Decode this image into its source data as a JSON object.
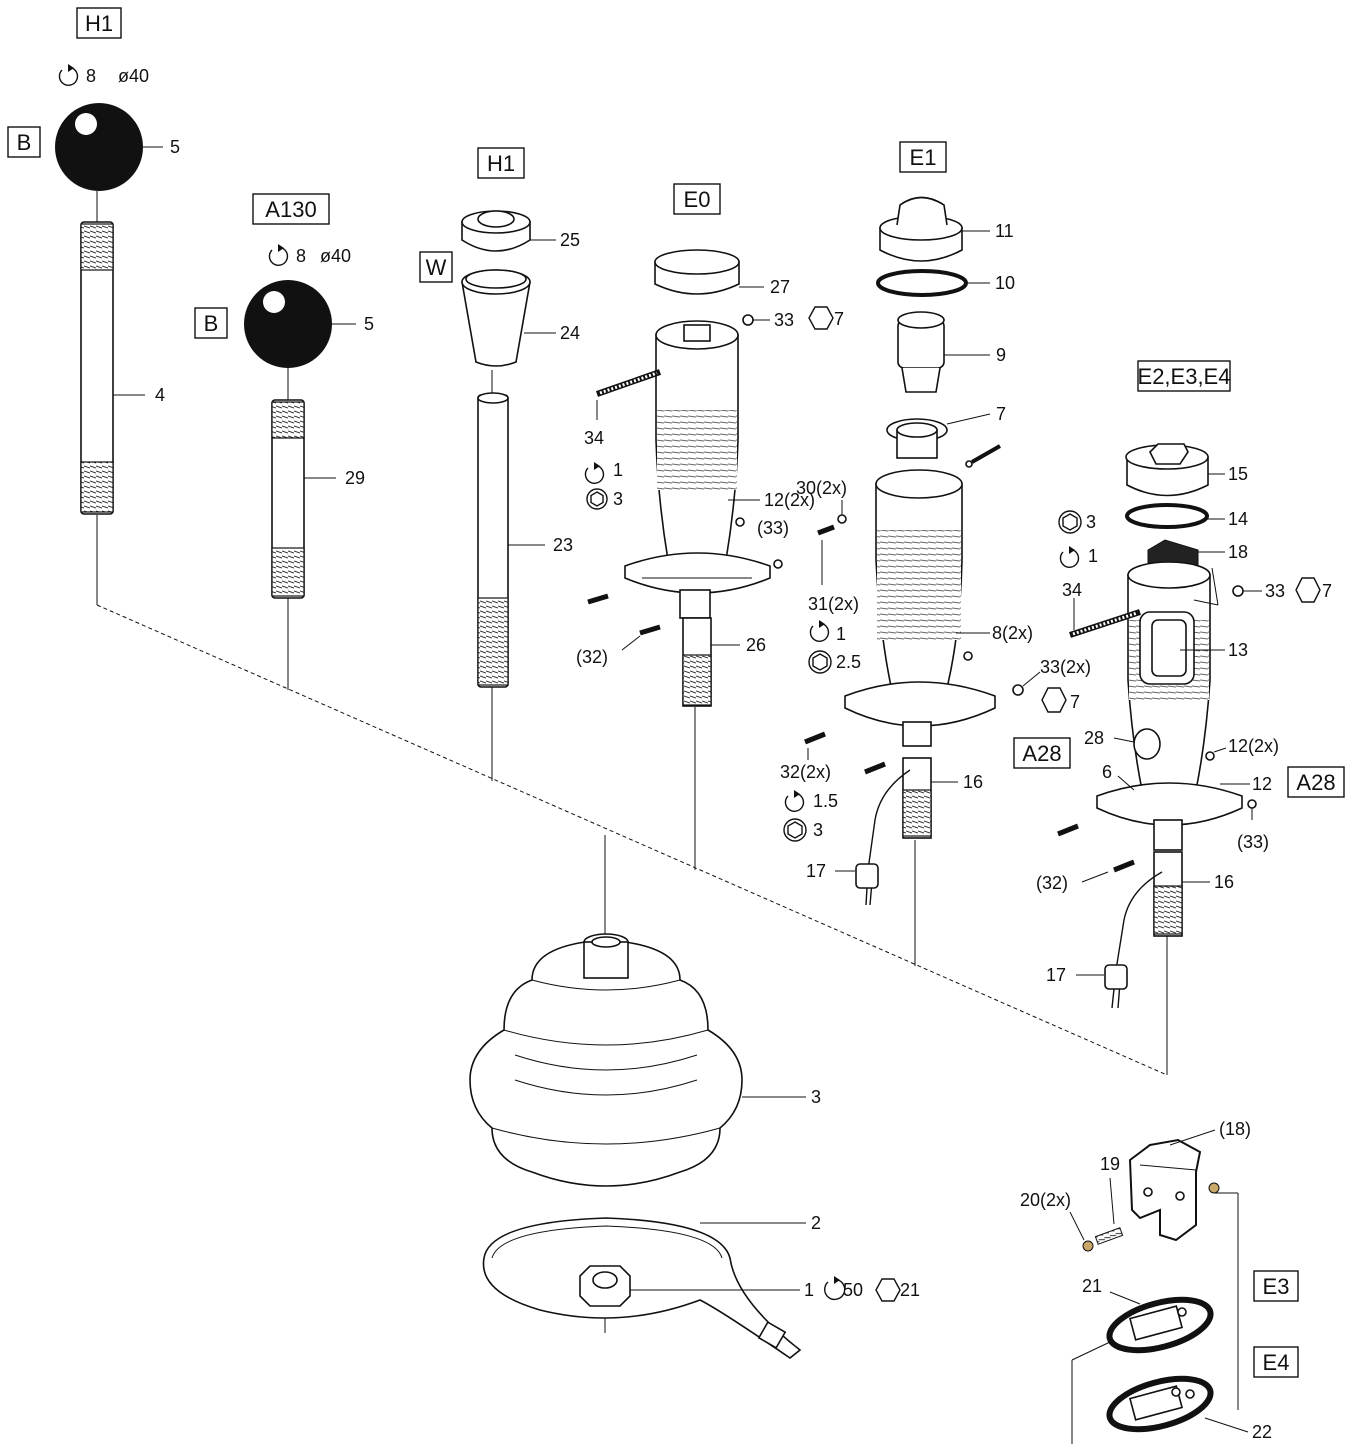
{
  "variants": {
    "h1_left": "H1",
    "b_left": "B",
    "a130": "A130",
    "b_mid": "B",
    "h1_mid": "H1",
    "w": "W",
    "e0": "E0",
    "e1": "E1",
    "e234": "E2,E3,E4",
    "a28_left": "A28",
    "a28_right": "A28",
    "e3": "E3",
    "e4": "E4"
  },
  "torque": {
    "knob1_torque": "8",
    "knob1_diameter": "ø40",
    "knob2_torque": "8",
    "knob2_diameter": "ø40",
    "e0_torque": "1",
    "e0_hex": "3",
    "e0_nut_hex": "7",
    "e1_torque_a": "1",
    "e1_hex_a": "2.5",
    "e1_nut_hex": "7",
    "e1_torque_b": "1.5",
    "e1_hex_b": "3",
    "e2_hex": "3",
    "e2_torque": "1",
    "e2_nut_hex": "7",
    "base_torque": "50",
    "base_hex": "21"
  },
  "callouts": {
    "c1": "1",
    "c2": "2",
    "c3": "3",
    "c4": "4",
    "c5a": "5",
    "c5b": "5",
    "c6": "6",
    "c7": "7",
    "c8": "8(2x)",
    "c9": "9",
    "c10": "10",
    "c11": "11",
    "c12a": "12(2x)",
    "c12b": "12(2x)",
    "c12c": "12",
    "c13": "13",
    "c14": "14",
    "c15": "15",
    "c16a": "16",
    "c16b": "16",
    "c17a": "17",
    "c17b": "17",
    "c18": "18",
    "c18b": "(18)",
    "c19": "19",
    "c20": "20(2x)",
    "c21": "21",
    "c22": "22",
    "c23": "23",
    "c24": "24",
    "c25": "25",
    "c26": "26",
    "c27": "27",
    "c28": "28",
    "c29": "29",
    "c30": "30(2x)",
    "c31": "31(2x)",
    "c32a": "(32)",
    "c32b": "32(2x)",
    "c32c": "(32)",
    "c33a": "33",
    "c33b": "(33)",
    "c33c": "33(2x)",
    "c33d": "33",
    "c33e": "(33)",
    "c34a": "34",
    "c34b": "34"
  }
}
